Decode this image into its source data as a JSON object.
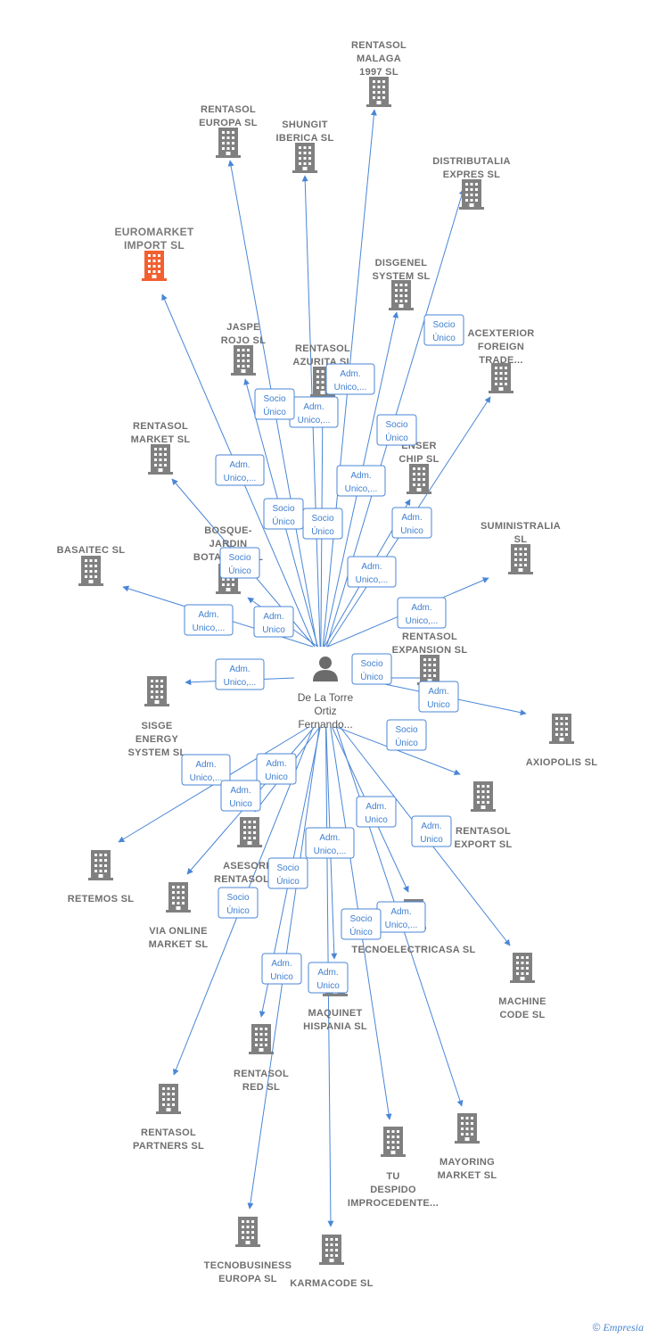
{
  "colors": {
    "company": "#808080",
    "company_highlight": "#f26030",
    "edge": "#4a86d6",
    "label": "#6f6f6f"
  },
  "person": {
    "icon": "person-icon",
    "lines": [
      "De La Torre",
      "Ortiz",
      "Fernando..."
    ]
  },
  "companies": [
    {
      "id": "rentasol-malaga",
      "lines": [
        "RENTASOL",
        "MALAGA",
        "1997  SL"
      ]
    },
    {
      "id": "rentasol-europa",
      "lines": [
        "RENTASOL",
        "EUROPA  SL"
      ]
    },
    {
      "id": "shungit-iberica",
      "lines": [
        "SHUNGIT",
        "IBERICA  SL"
      ]
    },
    {
      "id": "distributalia",
      "lines": [
        "DISTRIBUTALIA",
        "EXPRES  SL"
      ]
    },
    {
      "id": "euromarket",
      "lines": [
        "EUROMARKET",
        "IMPORT  SL"
      ],
      "highlight": true
    },
    {
      "id": "disgenel",
      "lines": [
        "DISGENEL",
        "SYSTEM  SL"
      ]
    },
    {
      "id": "acexterior",
      "lines": [
        "ACEXTERIOR",
        "FOREIGN",
        "TRADE..."
      ]
    },
    {
      "id": "jaspe-rojo",
      "lines": [
        "JASPE",
        "ROJO  SL"
      ]
    },
    {
      "id": "rentasol-azurita",
      "lines": [
        "RENTASOL",
        "AZURITA  SL"
      ]
    },
    {
      "id": "enser-chip",
      "lines": [
        "ENSER",
        "CHIP SL"
      ]
    },
    {
      "id": "rentasol-market",
      "lines": [
        "RENTASOL",
        "MARKET  SL"
      ]
    },
    {
      "id": "suministralia",
      "lines": [
        "SUMINISTRALIA",
        "SL"
      ]
    },
    {
      "id": "bosque-jardin",
      "lines": [
        "BOSQUE-",
        "JARDIN",
        "BOTANICO SL"
      ]
    },
    {
      "id": "basaitec",
      "lines": [
        "BASAITEC  SL"
      ]
    },
    {
      "id": "rentasol-expansion",
      "lines": [
        "RENTASOL",
        "EXPANSION  SL"
      ]
    },
    {
      "id": "sisge-energy",
      "lines": [
        "SISGE",
        "ENERGY",
        "SYSTEM  SL"
      ]
    },
    {
      "id": "axiopolis",
      "lines": [
        "AXIOPOLIS SL"
      ]
    },
    {
      "id": "rentasol-export",
      "lines": [
        "RENTASOL",
        "EXPORT  SL"
      ]
    },
    {
      "id": "asesoria-rentasol",
      "lines": [
        "ASESORIA",
        "RENTASOL SL"
      ]
    },
    {
      "id": "retemos",
      "lines": [
        "RETEMOS  SL"
      ]
    },
    {
      "id": "via-online",
      "lines": [
        "VIA ONLINE",
        "MARKET SL"
      ]
    },
    {
      "id": "tecnoelectricasa",
      "lines": [
        "TECNOELECTRICASA SL"
      ]
    },
    {
      "id": "machine-code",
      "lines": [
        "MACHINE",
        "CODE SL"
      ]
    },
    {
      "id": "maquinet-hispania",
      "lines": [
        "MAQUINET",
        "HISPANIA  SL"
      ]
    },
    {
      "id": "rentasol-red",
      "lines": [
        "RENTASOL",
        "RED  SL"
      ]
    },
    {
      "id": "rentasol-partners",
      "lines": [
        "RENTASOL",
        "PARTNERS  SL"
      ]
    },
    {
      "id": "tu-despido",
      "lines": [
        "TU",
        "DESPIDO",
        "IMPROCEDENTE..."
      ]
    },
    {
      "id": "mayoring-market",
      "lines": [
        "MAYORING",
        "MARKET  SL"
      ]
    },
    {
      "id": "tecnobusiness",
      "lines": [
        "TECNOBUSINESS",
        "EUROPA SL"
      ]
    },
    {
      "id": "karmacode",
      "lines": [
        "KARMACODE SL"
      ]
    }
  ],
  "edge_labels": [
    {
      "lines": [
        "Socio",
        "Único"
      ]
    },
    {
      "lines": [
        "Adm.",
        "Unico,..."
      ]
    },
    {
      "lines": [
        "Adm.",
        "Unico,..."
      ]
    },
    {
      "lines": [
        "Socio",
        "Único"
      ]
    },
    {
      "lines": [
        "Socio",
        "Único"
      ]
    },
    {
      "lines": [
        "Adm.",
        "Unico,..."
      ]
    },
    {
      "lines": [
        "Adm.",
        "Unico,..."
      ]
    },
    {
      "lines": [
        "Socio",
        "Único"
      ]
    },
    {
      "lines": [
        "Socio",
        "Único"
      ]
    },
    {
      "lines": [
        "Adm.",
        "Unico"
      ]
    },
    {
      "lines": [
        "Socio",
        "Único"
      ]
    },
    {
      "lines": [
        "Adm.",
        "Unico,..."
      ]
    },
    {
      "lines": [
        "Adm.",
        "Unico,..."
      ]
    },
    {
      "lines": [
        "Adm.",
        "Unico"
      ]
    },
    {
      "lines": [
        "Adm.",
        "Unico,..."
      ]
    },
    {
      "lines": [
        "Adm.",
        "Unico,..."
      ]
    },
    {
      "lines": [
        "Socio",
        "Único"
      ]
    },
    {
      "lines": [
        "Adm.",
        "Unico"
      ]
    },
    {
      "lines": [
        "Socio",
        "Único"
      ]
    },
    {
      "lines": [
        "Adm.",
        "Unico,..."
      ]
    },
    {
      "lines": [
        "Adm.",
        "Unico"
      ]
    },
    {
      "lines": [
        "Adm.",
        "Unico"
      ]
    },
    {
      "lines": [
        "Adm.",
        "Unico"
      ]
    },
    {
      "lines": [
        "Adm.",
        "Unico"
      ]
    },
    {
      "lines": [
        "Adm.",
        "Unico,..."
      ]
    },
    {
      "lines": [
        "Socio",
        "Único"
      ]
    },
    {
      "lines": [
        "Socio",
        "Único"
      ]
    },
    {
      "lines": [
        "Adm.",
        "Unico,..."
      ]
    },
    {
      "lines": [
        "Socio",
        "Único"
      ]
    },
    {
      "lines": [
        "Adm.",
        "Unico"
      ]
    },
    {
      "lines": [
        "Adm.",
        "Unico"
      ]
    }
  ],
  "copyright": {
    "symbol": "©",
    "brand": "Empresia"
  }
}
